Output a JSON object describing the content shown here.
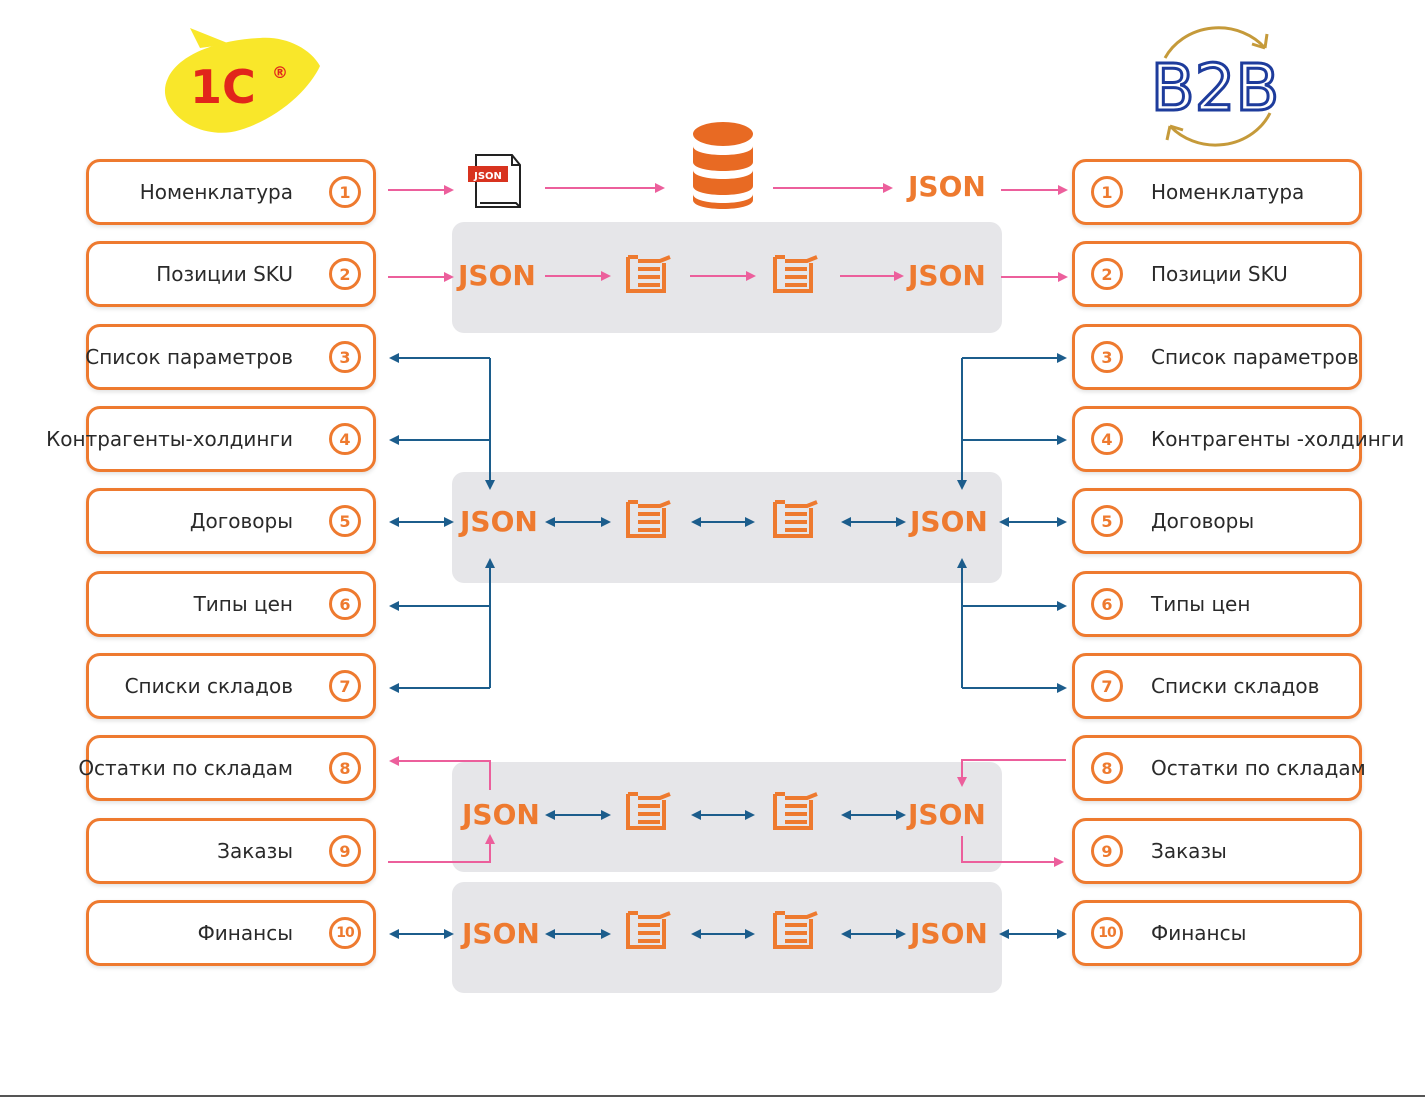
{
  "logos": {
    "left": {
      "text": "1С",
      "mark": "®"
    },
    "right": {
      "text": "B2B"
    }
  },
  "json_label": "JSON",
  "icons": {
    "json_file": "JSON",
    "database": "database-icon",
    "queue": "queue-icon"
  },
  "colors": {
    "orange": "#ee7a2f",
    "pink": "#ec5f9c",
    "blue": "#1c5d8c",
    "panel": "#e6e6e9",
    "logo_yellow": "#f9e72a",
    "logo_red": "#e1251b",
    "b2b_blue": "#1e3c9c",
    "b2b_gold": "#c59a3a"
  },
  "left_items": [
    {
      "num": "1",
      "label": "Номенклатура"
    },
    {
      "num": "2",
      "label": "Позиции SKU"
    },
    {
      "num": "3",
      "label": "Список параметров"
    },
    {
      "num": "4",
      "label": "Контрагенты-холдинги"
    },
    {
      "num": "5",
      "label": "Договоры"
    },
    {
      "num": "6",
      "label": "Типы цен"
    },
    {
      "num": "7",
      "label": "Списки складов"
    },
    {
      "num": "8",
      "label": "Остатки по складам"
    },
    {
      "num": "9",
      "label": "Заказы"
    },
    {
      "num": "10",
      "label": "Финансы"
    }
  ],
  "right_items": [
    {
      "num": "1",
      "label": "Номенклатура"
    },
    {
      "num": "2",
      "label": "Позиции SKU"
    },
    {
      "num": "3",
      "label": "Список параметров"
    },
    {
      "num": "4",
      "label": "Контрагенты -холдинги"
    },
    {
      "num": "5",
      "label": "Договоры"
    },
    {
      "num": "6",
      "label": "Типы цен"
    },
    {
      "num": "7",
      "label": "Списки складов"
    },
    {
      "num": "8",
      "label": "Остатки по складам"
    },
    {
      "num": "9",
      "label": "Заказы"
    },
    {
      "num": "10",
      "label": "Финансы"
    }
  ]
}
